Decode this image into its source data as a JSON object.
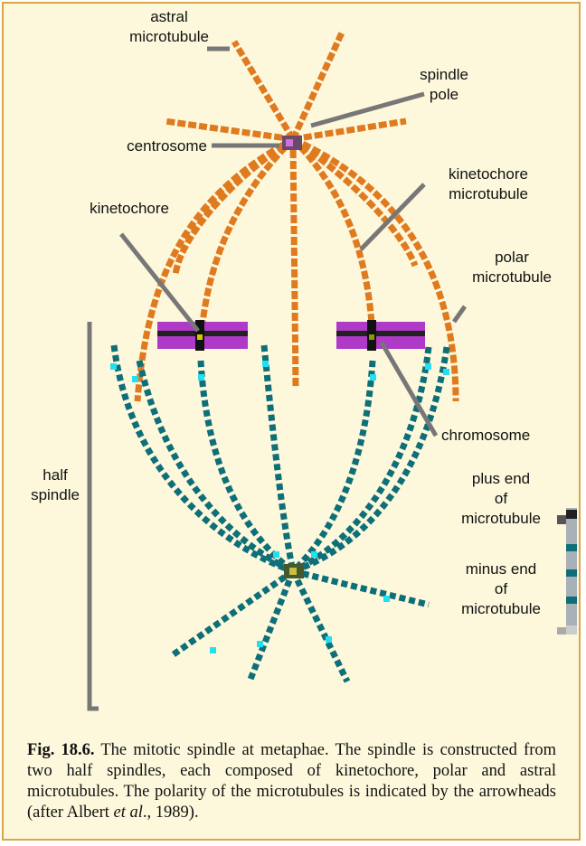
{
  "labels": {
    "astral": [
      "astral",
      "microtubule"
    ],
    "spindle_pole": [
      "spindle",
      "pole"
    ],
    "centrosome": "centrosome",
    "kinetochore_mt": [
      "kinetochore",
      "microtubule"
    ],
    "kinetochore": "kinetochore",
    "polar": [
      "polar",
      "microtubule"
    ],
    "chromosome": "chromosome",
    "half_spindle": [
      "half",
      "spindle"
    ],
    "plus_end": [
      "plus end",
      "of",
      "microtubule"
    ],
    "minus_end": [
      "minus end",
      "of",
      "microtubule"
    ]
  },
  "caption": {
    "fig_label": "Fig. 18.6.",
    "text_before": " The mitotic spindle at metaphae. The spindle is constructed from two half spindles, each composed of kinetochore, polar and astral microtubules. The polarity of the microtubules is indicated by the arrowheads (after Albert ",
    "et_al": "et al",
    "text_after": "., 1989)."
  },
  "colors": {
    "frame_bg": "#fdf8dc",
    "frame_border": "#d9a64a",
    "upper_microtubule": "#e07a1f",
    "lower_microtubule": "#0e6f78",
    "lower_plus_end": "#22e0f0",
    "chromosome": "#b03ac8",
    "pointer_line": "#777777"
  },
  "icons": {
    "centrosome_upper": "centrosome-icon",
    "centrosome_lower": "centrosome-icon",
    "chromosome_left": "chromosome-icon",
    "chromosome_right": "chromosome-icon",
    "legend": "microtubule-polarity-icon"
  }
}
